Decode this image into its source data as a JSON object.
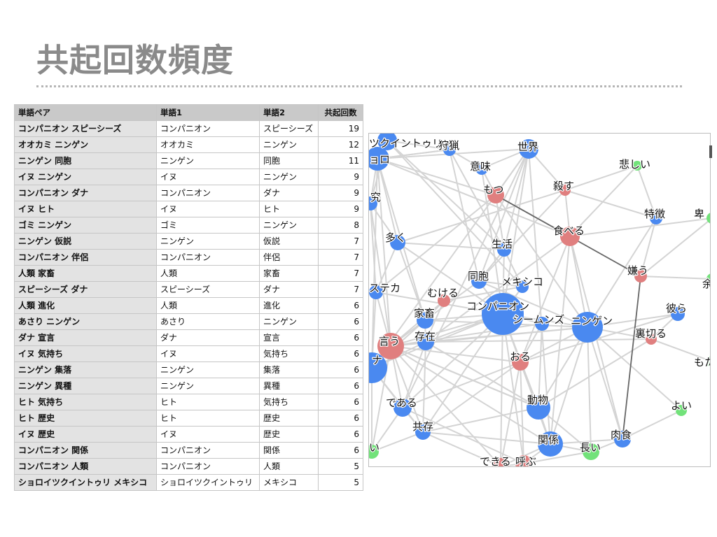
{
  "title": "共起回数頻度",
  "table": {
    "headers": [
      "単語ペア",
      "単語1",
      "単語2",
      "共起回数"
    ],
    "rows": [
      [
        "コンパニオン スピーシーズ",
        "コンパニオン",
        "スピーシーズ",
        "19"
      ],
      [
        "オオカミ ニンゲン",
        "オオカミ",
        "ニンゲン",
        "12"
      ],
      [
        "ニンゲン 同胞",
        "ニンゲン",
        "同胞",
        "11"
      ],
      [
        "イヌ ニンゲン",
        "イヌ",
        "ニンゲン",
        "9"
      ],
      [
        "コンパニオン ダナ",
        "コンパニオン",
        "ダナ",
        "9"
      ],
      [
        "イヌ ヒト",
        "イヌ",
        "ヒト",
        "9"
      ],
      [
        "ゴミ ニンゲン",
        "ゴミ",
        "ニンゲン",
        "8"
      ],
      [
        "ニンゲン 仮説",
        "ニンゲン",
        "仮説",
        "7"
      ],
      [
        "コンパニオン 伴侶",
        "コンパニオン",
        "伴侶",
        "7"
      ],
      [
        "人類 家畜",
        "人類",
        "家畜",
        "7"
      ],
      [
        "スピーシーズ ダナ",
        "スピーシーズ",
        "ダナ",
        "7"
      ],
      [
        "人類 進化",
        "人類",
        "進化",
        "6"
      ],
      [
        "あさり ニンゲン",
        "あさり",
        "ニンゲン",
        "6"
      ],
      [
        "ダナ 宣言",
        "ダナ",
        "宣言",
        "6"
      ],
      [
        "イヌ 気持ち",
        "イヌ",
        "気持ち",
        "6"
      ],
      [
        "ニンゲン 集落",
        "ニンゲン",
        "集落",
        "6"
      ],
      [
        "ニンゲン 異種",
        "ニンゲン",
        "異種",
        "6"
      ],
      [
        "ヒト 気持ち",
        "ヒト",
        "気持ち",
        "6"
      ],
      [
        "ヒト 歴史",
        "ヒト",
        "歴史",
        "6"
      ],
      [
        "イヌ 歴史",
        "イヌ",
        "歴史",
        "6"
      ],
      [
        "コンパニオン 関係",
        "コンパニオン",
        "関係",
        "6"
      ],
      [
        "コンパニオン 人類",
        "コンパニオン",
        "人類",
        "5"
      ],
      [
        "ショロイツクイントゥリ メキシコ",
        "ショロイツクイントゥリ",
        "メキシコ",
        "5"
      ]
    ]
  },
  "network": {
    "colors": {
      "blue": "#4a89f0",
      "red": "#e07f7f",
      "green": "#72e27a",
      "edge": "#d4d4d4",
      "edge_dark": "#666666"
    },
    "nodes": [
      {
        "id": "ツクイントゥリ",
        "color": "blue"
      },
      {
        "id": "ョロ",
        "color": "blue"
      },
      {
        "id": "狩猟",
        "color": "blue"
      },
      {
        "id": "世界",
        "color": "blue"
      },
      {
        "id": "意味",
        "color": "blue"
      },
      {
        "id": "悲しい",
        "color": "green"
      },
      {
        "id": "殺す",
        "color": "red"
      },
      {
        "id": "もつ",
        "color": "red"
      },
      {
        "id": "究",
        "color": "blue"
      },
      {
        "id": "特徴",
        "color": "blue"
      },
      {
        "id": "卑",
        "color": "green"
      },
      {
        "id": "多く",
        "color": "blue"
      },
      {
        "id": "食べる",
        "color": "red"
      },
      {
        "id": "生活",
        "color": "blue"
      },
      {
        "id": "嫌う",
        "color": "red"
      },
      {
        "id": "余",
        "color": "green"
      },
      {
        "id": "同胞",
        "color": "blue"
      },
      {
        "id": "メキシコ",
        "color": "blue"
      },
      {
        "id": "ステカ",
        "color": "blue"
      },
      {
        "id": "むける",
        "color": "red"
      },
      {
        "id": "コンパニオン",
        "color": "blue"
      },
      {
        "id": "彼ら",
        "color": "blue"
      },
      {
        "id": "家畜",
        "color": "blue"
      },
      {
        "id": "シームンズ",
        "color": "blue"
      },
      {
        "id": "ニンゲン",
        "color": "blue"
      },
      {
        "id": "言う",
        "color": "red"
      },
      {
        "id": "存在",
        "color": "blue"
      },
      {
        "id": "裏切る",
        "color": "red"
      },
      {
        "id": "ナ",
        "color": "blue"
      },
      {
        "id": "おる",
        "color": "red"
      },
      {
        "id": "もた",
        "color": "green"
      },
      {
        "id": "である",
        "color": "blue"
      },
      {
        "id": "動物",
        "color": "blue"
      },
      {
        "id": "よい",
        "color": "green"
      },
      {
        "id": "共存",
        "color": "blue"
      },
      {
        "id": "肉食",
        "color": "blue"
      },
      {
        "id": "い",
        "color": "green"
      },
      {
        "id": "関係",
        "color": "blue"
      },
      {
        "id": "長い",
        "color": "green"
      },
      {
        "id": "できる",
        "color": "red"
      },
      {
        "id": "呼ぶ",
        "color": "red"
      }
    ],
    "dark_edges": [
      [
        "もつ",
        "嫌う"
      ],
      [
        "嫌う",
        "肉食"
      ]
    ]
  }
}
